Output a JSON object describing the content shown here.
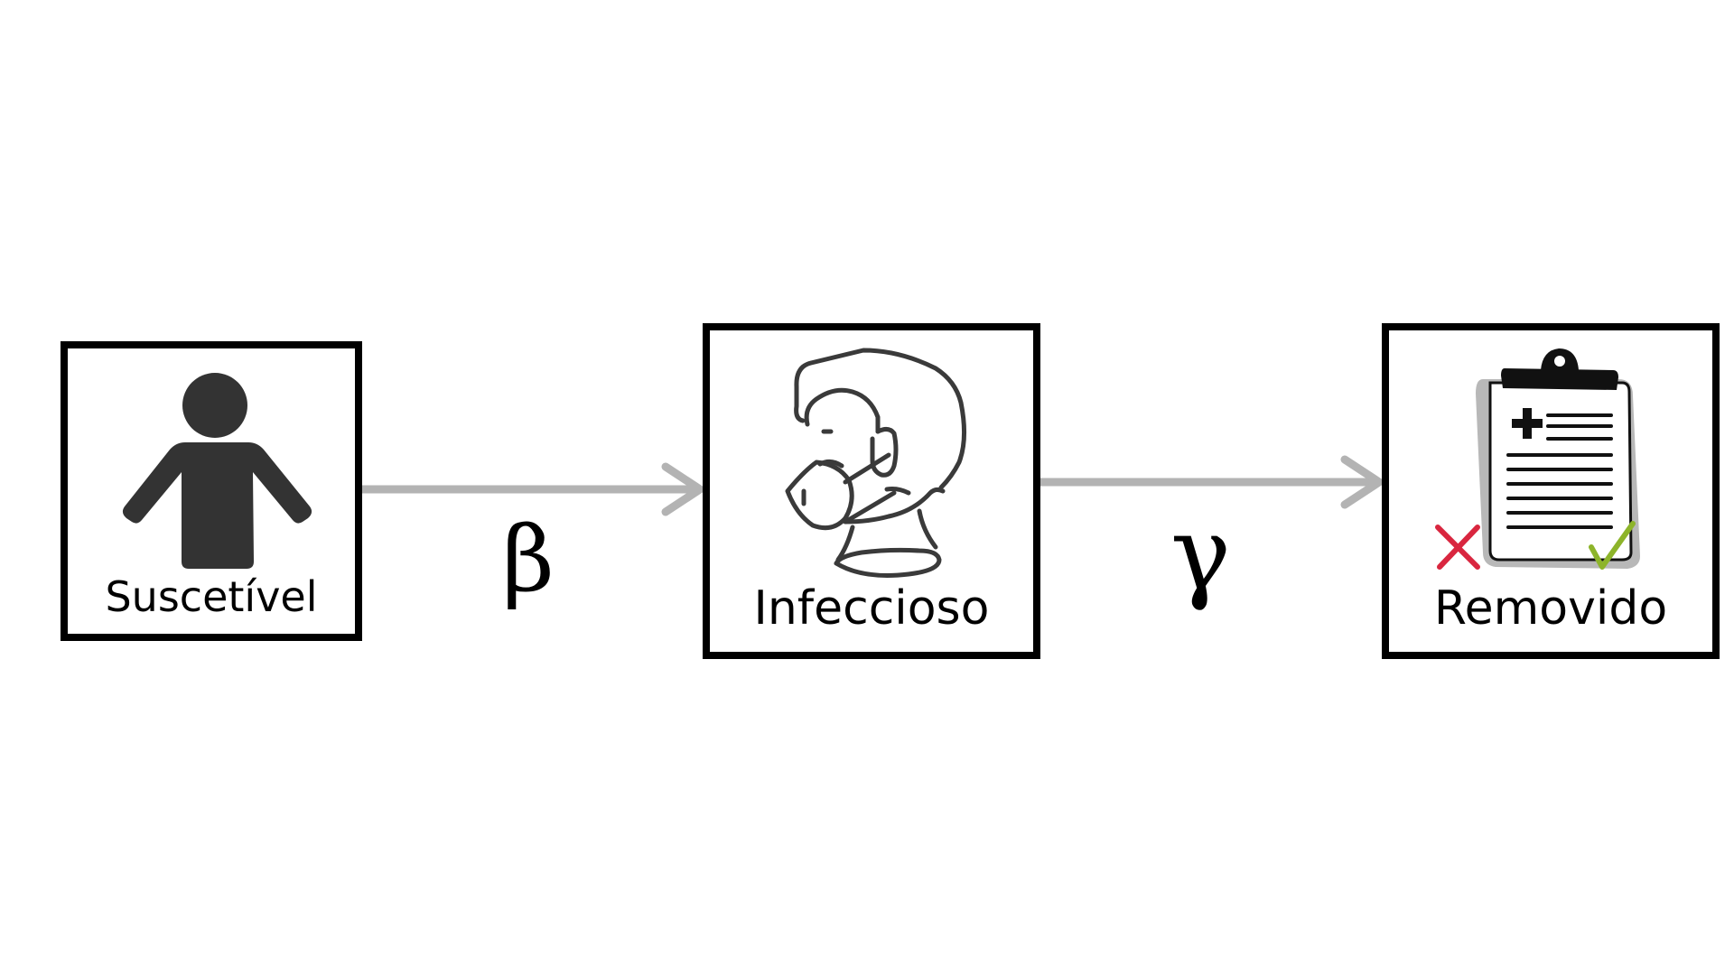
{
  "colors": {
    "box_border": "#000000",
    "arrow": "#b3b3b3",
    "icon_fill": "#333333",
    "icon_stroke": "#3a3a3a",
    "cross": "#d9263f",
    "check": "#8db42a"
  },
  "compartments": {
    "susceptible": {
      "label": "Suscetível",
      "icon": "person-icon"
    },
    "infectious": {
      "label": "Infeccioso",
      "icon": "masked-person-icon"
    },
    "removed": {
      "label": "Removido",
      "icon": "clipboard-icon"
    }
  },
  "transitions": {
    "infection": {
      "symbol": "β",
      "from": "susceptible",
      "to": "infectious"
    },
    "removal": {
      "symbol": "γ",
      "from": "infectious",
      "to": "removed"
    }
  }
}
